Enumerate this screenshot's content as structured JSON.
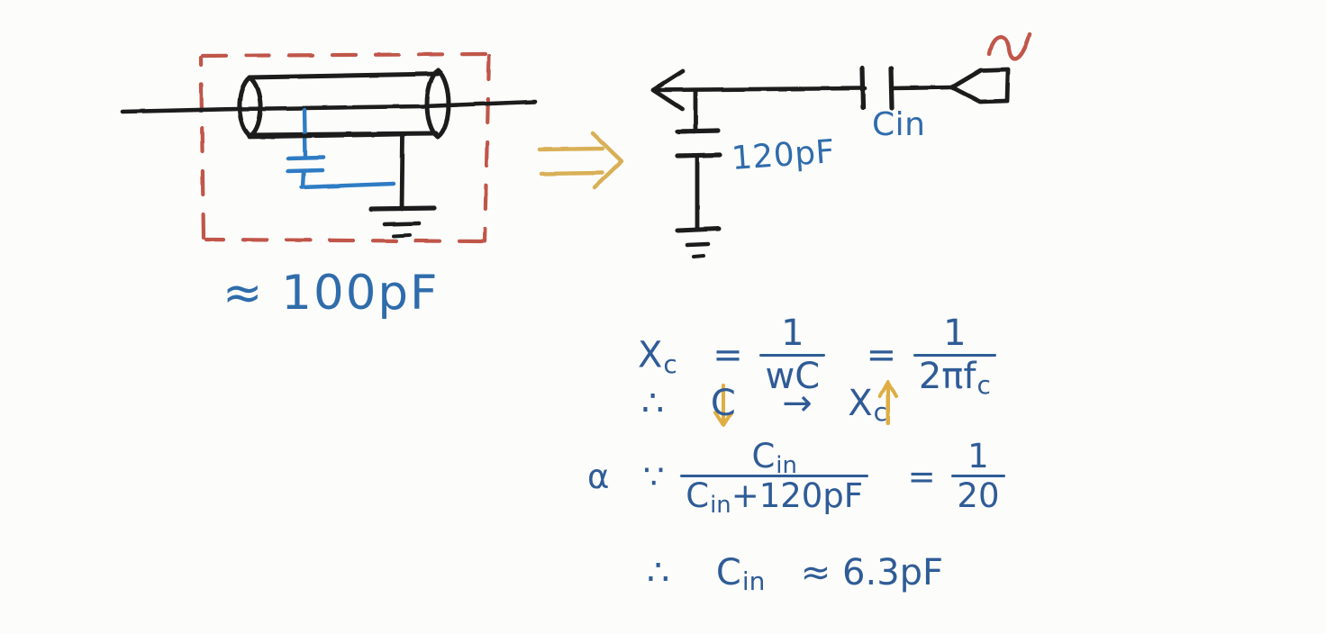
{
  "board": {
    "title": "Scope probe input capacitance derivation (handwritten whiteboard)",
    "background_color": "#fcfcfb",
    "ink_colors": {
      "black": "#1a1a1a",
      "blue": "#2f6cab",
      "blue_text": "#2f5c96",
      "red": "#c0564a",
      "gold": "#d9b057"
    }
  },
  "left_circuit": {
    "name": "coaxial-cable-with-shunt-capacitance",
    "dashed_box_color": "#c0564a",
    "capacitance_label": "≈ 100pF",
    "icon_names": [
      "coax-cable-icon",
      "capacitor-icon",
      "ground-icon"
    ]
  },
  "transform_arrow": {
    "glyph": "⟹",
    "color": "#d9b057"
  },
  "right_circuit": {
    "name": "equivalent-circuit",
    "shunt_cap_label": "120pF",
    "series_cap_label": "Cin",
    "source_symbol": "~",
    "source_symbol_color": "#c0564a",
    "probe_arrow_direction": "left",
    "icon_names": [
      "arrow-left-icon",
      "capacitor-icon",
      "ground-icon",
      "signal-source-icon",
      "ac-wave-icon"
    ]
  },
  "equations": {
    "line1": {
      "lhs": "X",
      "lhs_sub": "c",
      "eq1": "=",
      "frac1_num": "1",
      "frac1_den": "wC",
      "eq2": "=",
      "frac2_num": "1",
      "frac2_den": "2πf",
      "frac2_den_sub": "c"
    },
    "line2": {
      "therefore": "∴",
      "c": "C",
      "down_arrow": "↓",
      "implies": "→",
      "xc": "X",
      "xc_sub": "c",
      "up_arrow": "↑"
    },
    "line3": {
      "alpha": "α",
      "because": "∵",
      "frac_num": "C",
      "frac_num_sub": "in",
      "frac_den": "C",
      "frac_den_sub": "in",
      "frac_den_rest": "+120pF",
      "eq": "=",
      "rhs_num": "1",
      "rhs_den": "20"
    },
    "line4": {
      "therefore": "∴",
      "c": "C",
      "c_sub": "in",
      "approx": "≈",
      "value": "6.3pF"
    }
  }
}
